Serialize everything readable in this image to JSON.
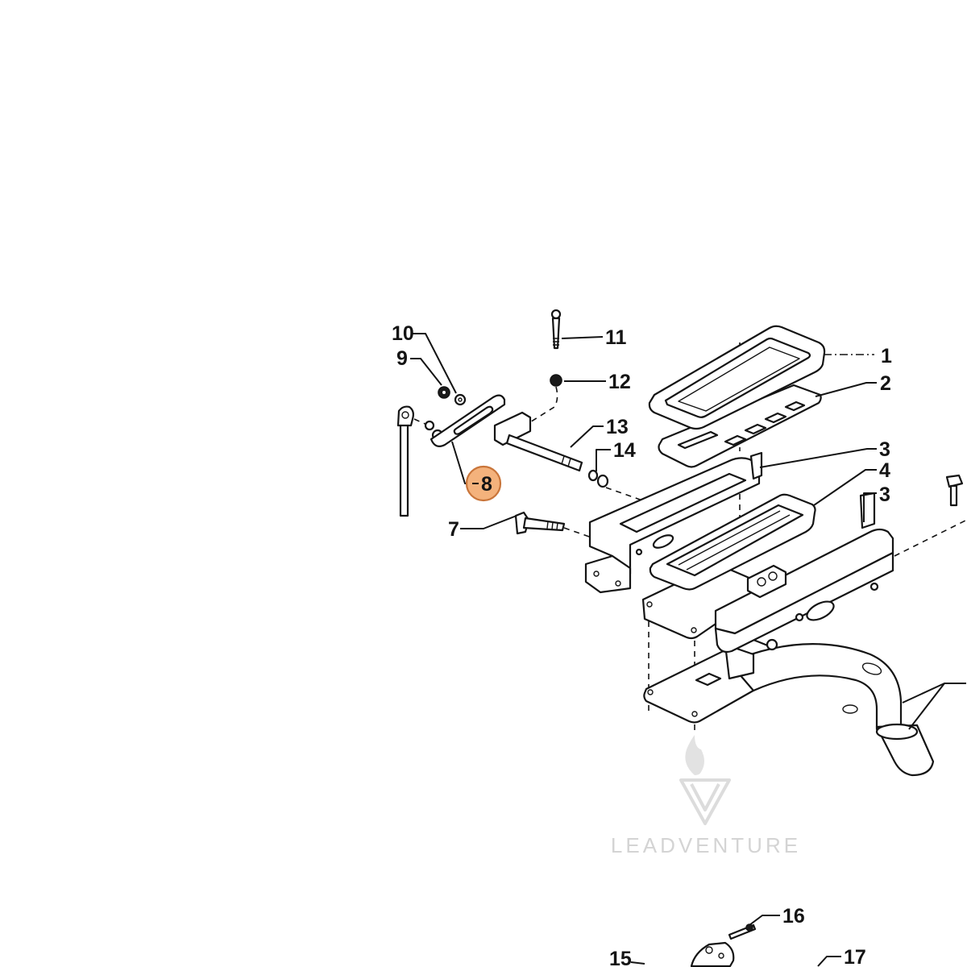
{
  "diagram": {
    "callouts": [
      "10",
      "9",
      "11",
      "12",
      "13",
      "14",
      "1",
      "2",
      "3",
      "4",
      "3",
      "8",
      "7",
      "16",
      "15",
      "17"
    ],
    "highlighted_callout_index": 11,
    "watermark": {
      "text": "LEADVENTURE",
      "logo_icon": "leadventure-flame-v-logo"
    },
    "colors": {
      "line": "#141414",
      "highlight_fill": "#f4b27c",
      "highlight_border": "#c9753a",
      "watermark": "#d4d4d4",
      "background": "#ffffff"
    }
  }
}
